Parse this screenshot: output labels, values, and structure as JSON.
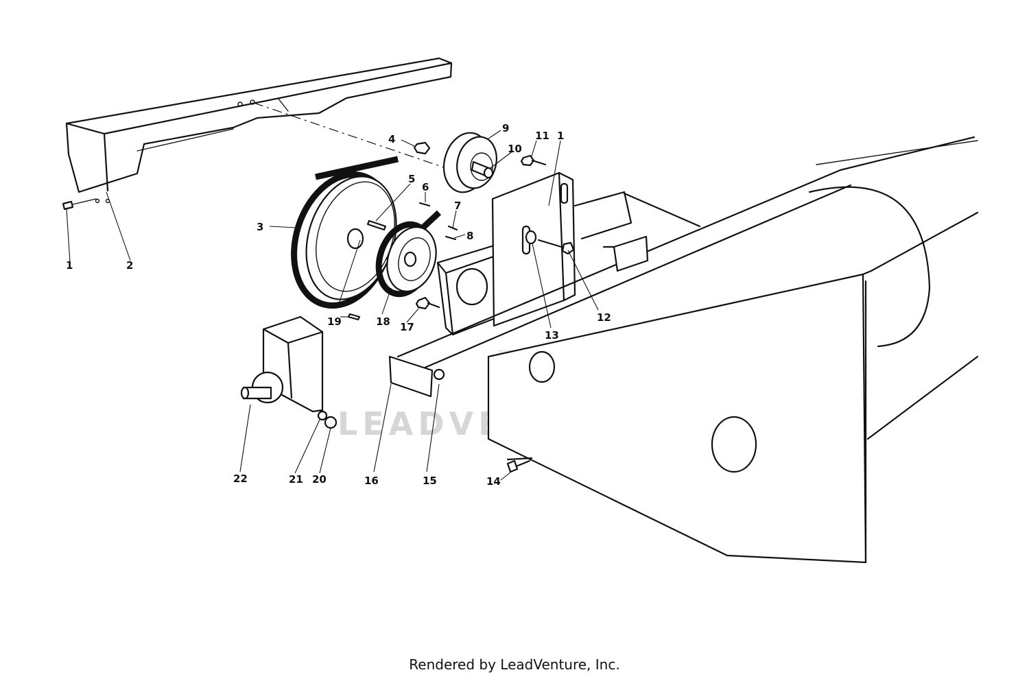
{
  "watermark": "LEADVENTURE",
  "footer": "Rendered by LeadVenture, Inc.",
  "labels": {
    "l1a": "1",
    "l2": "2",
    "l3": "3",
    "l4": "4",
    "l5": "5",
    "l6": "6",
    "l7": "7",
    "l8": "8",
    "l9": "9",
    "l10": "10",
    "l11": "11",
    "l1b": "1",
    "l12": "12",
    "l13": "13",
    "l14": "14",
    "l15": "15",
    "l16": "16",
    "l17": "17",
    "l18": "18",
    "l19": "19",
    "l20": "20",
    "l21": "21",
    "l22": "22"
  }
}
